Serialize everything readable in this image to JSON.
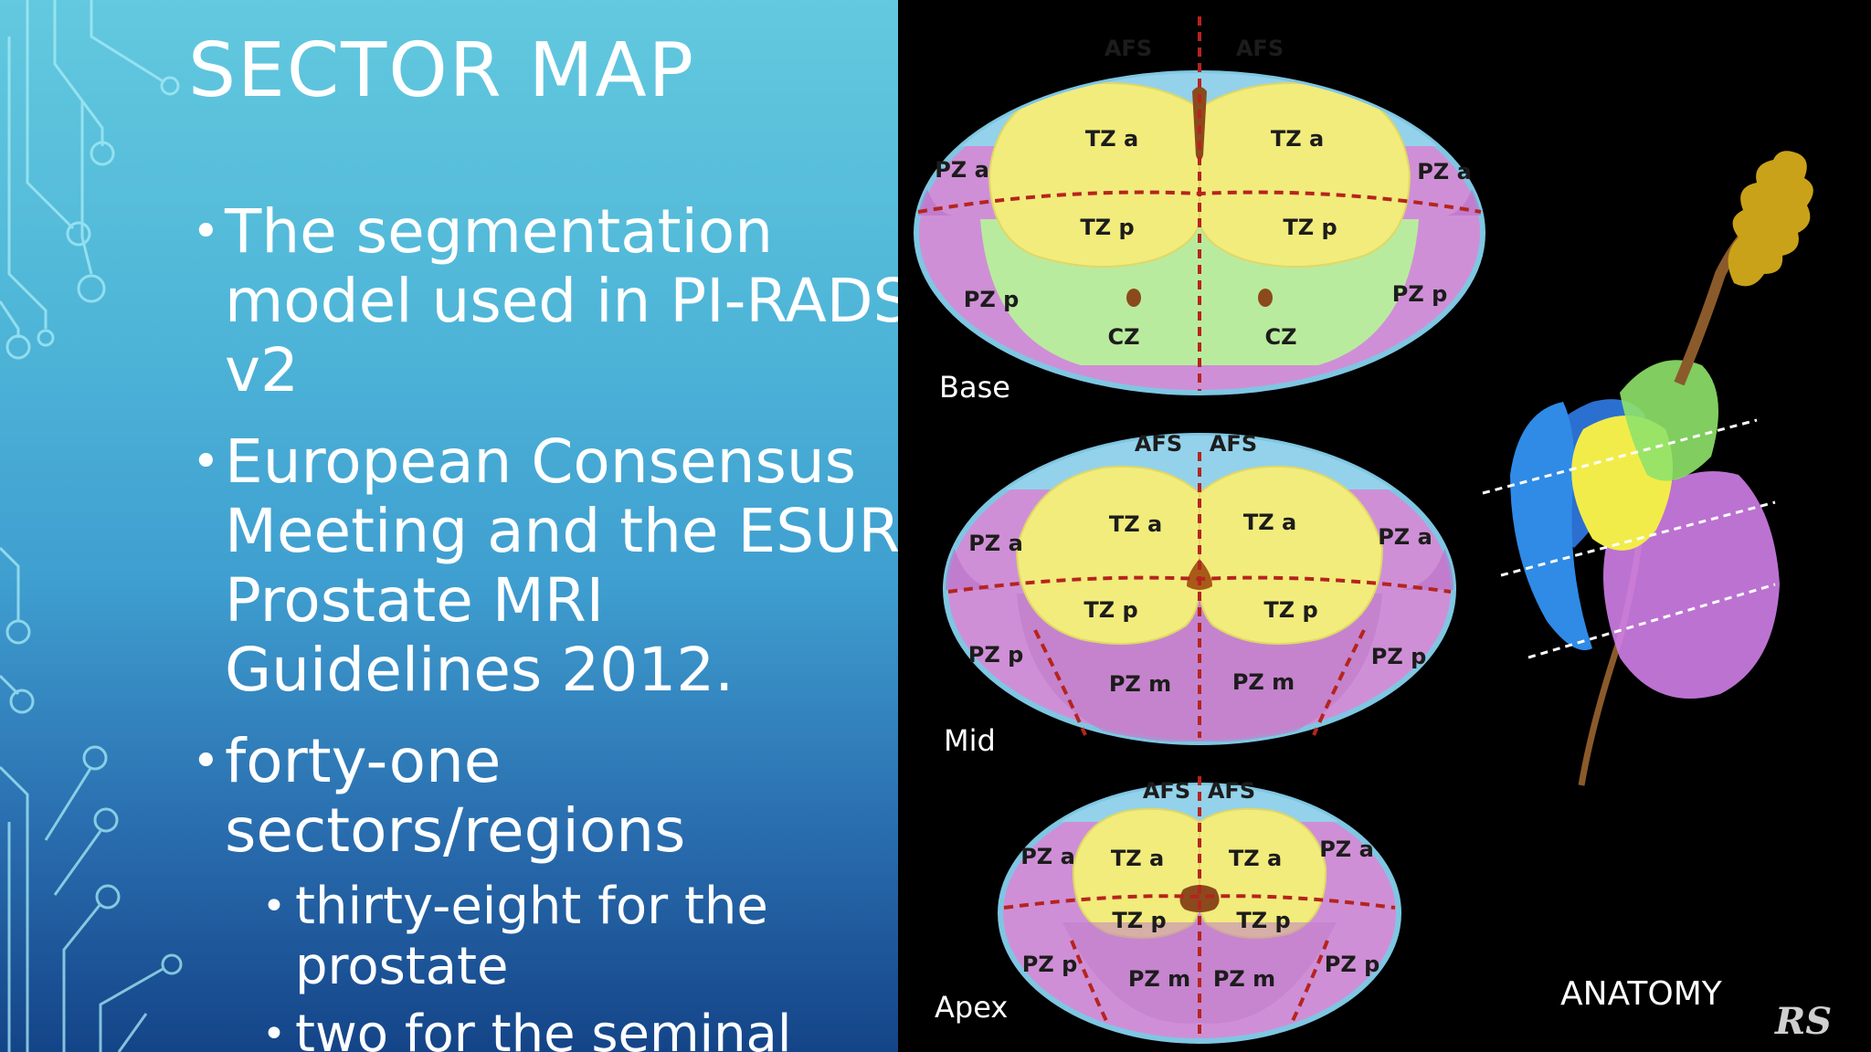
{
  "slide": {
    "title": "SECTOR MAP",
    "bullets": [
      "The segmentation model used in PI-RADS v2",
      "European Consensus Meeting and the ESUR Prostate MRI Guidelines 2012.",
      "forty-one sectors/regions"
    ],
    "sub_bullets": [
      "thirty-eight for the prostate",
      "two for the seminal"
    ],
    "bullet_glyph": "•"
  },
  "diagram": {
    "levels": {
      "base": "Base",
      "mid": "Mid",
      "apex": "Apex"
    },
    "zones": {
      "afs": "AFS",
      "tza": "TZ a",
      "tzp": "TZ p",
      "pza": "PZ a",
      "pzp": "PZ p",
      "pzm": "PZ m",
      "cz": "CZ"
    },
    "caption": "ANATOMY",
    "credit": "RS"
  },
  "colors": {
    "tz": "#f2ec7c",
    "pz": "#cf8fd6",
    "cz": "#b9eb9e",
    "afs": "#93d2ea",
    "divider": "#b5241e"
  }
}
